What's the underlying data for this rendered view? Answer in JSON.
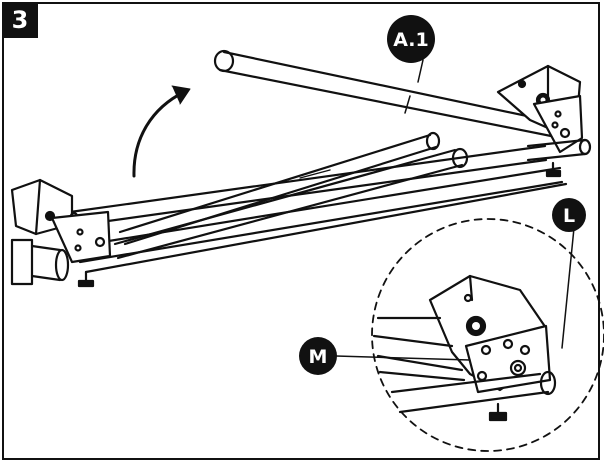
{
  "step": {
    "number": "3"
  },
  "callouts": {
    "a1": {
      "label": "A.1"
    },
    "l": {
      "label": "L"
    },
    "m": {
      "label": "M"
    }
  },
  "colors": {
    "ink": "#111111",
    "paper": "#ffffff"
  },
  "icons": {
    "rotate_arrow": "curved-arrow-icon"
  }
}
